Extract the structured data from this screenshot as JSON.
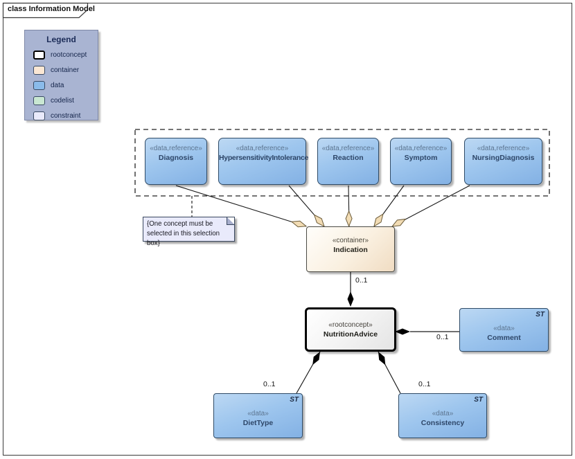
{
  "frame": {
    "title": "class Information Model"
  },
  "legend": {
    "title": "Legend",
    "items": [
      {
        "label": "rootconcept",
        "color": "#ffffff"
      },
      {
        "label": "container",
        "color": "#fbe7d4"
      },
      {
        "label": "data",
        "color": "#8abbea"
      },
      {
        "label": "codelist",
        "color": "#c9e7d2"
      },
      {
        "label": "constraint",
        "color": "#e9eafb"
      }
    ]
  },
  "selection_group": {
    "note": "{One concept must be selected in this selection box}",
    "classes": [
      {
        "stereotype": "«data,reference»",
        "name": "Diagnosis"
      },
      {
        "stereotype": "«data,reference»",
        "name": "HypersensitivityIntolerance"
      },
      {
        "stereotype": "«data,reference»",
        "name": "Reaction"
      },
      {
        "stereotype": "«data,reference»",
        "name": "Symptom"
      },
      {
        "stereotype": "«data,reference»",
        "name": "NursingDiagnosis"
      }
    ]
  },
  "indication": {
    "stereotype": "«container»",
    "name": "Indication"
  },
  "root_concept": {
    "stereotype": "«rootconcept»",
    "name": "NutritionAdvice"
  },
  "comment": {
    "stereotype": "«data»",
    "name": "Comment",
    "marker": "ST"
  },
  "diet_type": {
    "stereotype": "«data»",
    "name": "DietType",
    "marker": "ST"
  },
  "consistency": {
    "stereotype": "«data»",
    "name": "Consistency",
    "marker": "ST"
  },
  "multiplicities": {
    "indication_root": "0..1",
    "root_comment": "0..1",
    "root_diettype": "0..1",
    "root_consistency": "0..1"
  },
  "colors": {
    "data_fill": "#8abbea",
    "container_fill": "#f5e3cb",
    "rootconcept_fill": "#ffffff",
    "codelist_fill": "#c9e7d2",
    "constraint_fill": "#e9eafb",
    "aggregation_diamond": "#f2dcb4",
    "composition_diamond": "#000000",
    "legend_bg": "#a9b4d2"
  }
}
